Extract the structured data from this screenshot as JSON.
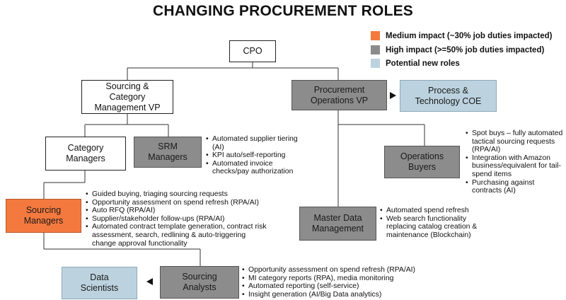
{
  "title": "CHANGING PROCUREMENT ROLES",
  "legend": [
    {
      "label": "Medium impact (~30% job duties impacted)",
      "color": "#f4793e"
    },
    {
      "label": "High impact (>=50% job duties impacted)",
      "color": "#8c8c8c"
    },
    {
      "label": "Potential new roles",
      "color": "#bcd3df"
    }
  ],
  "nodes": {
    "cpo": "CPO",
    "sourcing_category_vp": "Sourcing & Category Management VP",
    "procurement_ops_vp": "Procurement Operations VP",
    "process_tech_coe": "Process & Technology COE",
    "category_managers": "Category Managers",
    "srm_managers": "SRM Managers",
    "operations_buyers": "Operations Buyers",
    "sourcing_managers": "Sourcing Managers",
    "master_data_management": "Master Data Management",
    "data_scientists": "Data Scientists",
    "sourcing_analysts": "Sourcing Analysts"
  },
  "bullets": {
    "srm_managers": [
      "Automated supplier tiering (AI)",
      "KPI auto/self-reporting",
      "Automated invoice checks/pay authorization"
    ],
    "operations_buyers": [
      "Spot buys – fully automated tactical sourcing requests (RPA/AI)",
      "Integration with Amazon business/equivalent for tail-spend items",
      "Purchasing against contracts (AI)"
    ],
    "sourcing_managers": [
      "Guided buying, triaging sourcing requests",
      "Opportunity assessment on spend refresh (RPA/AI)",
      "Auto RFQ (RPA/AI)",
      "Supplier/stakeholder follow-ups (RPA/AI)",
      "Automated contract template generation, contract risk assessment, search, redlining & auto-triggering change approval functionality"
    ],
    "master_data_management": [
      "Automated spend refresh",
      "Web search functionality replacing catalog creation & maintenance (Blockchain)"
    ],
    "sourcing_analysts": [
      "Opportunity assessment on spend refresh (RPA/AI)",
      "MI category reports (RPA), media monitoring",
      "Automated reporting (self-service)",
      "Insight generation (AI/Big Data analytics)"
    ]
  }
}
